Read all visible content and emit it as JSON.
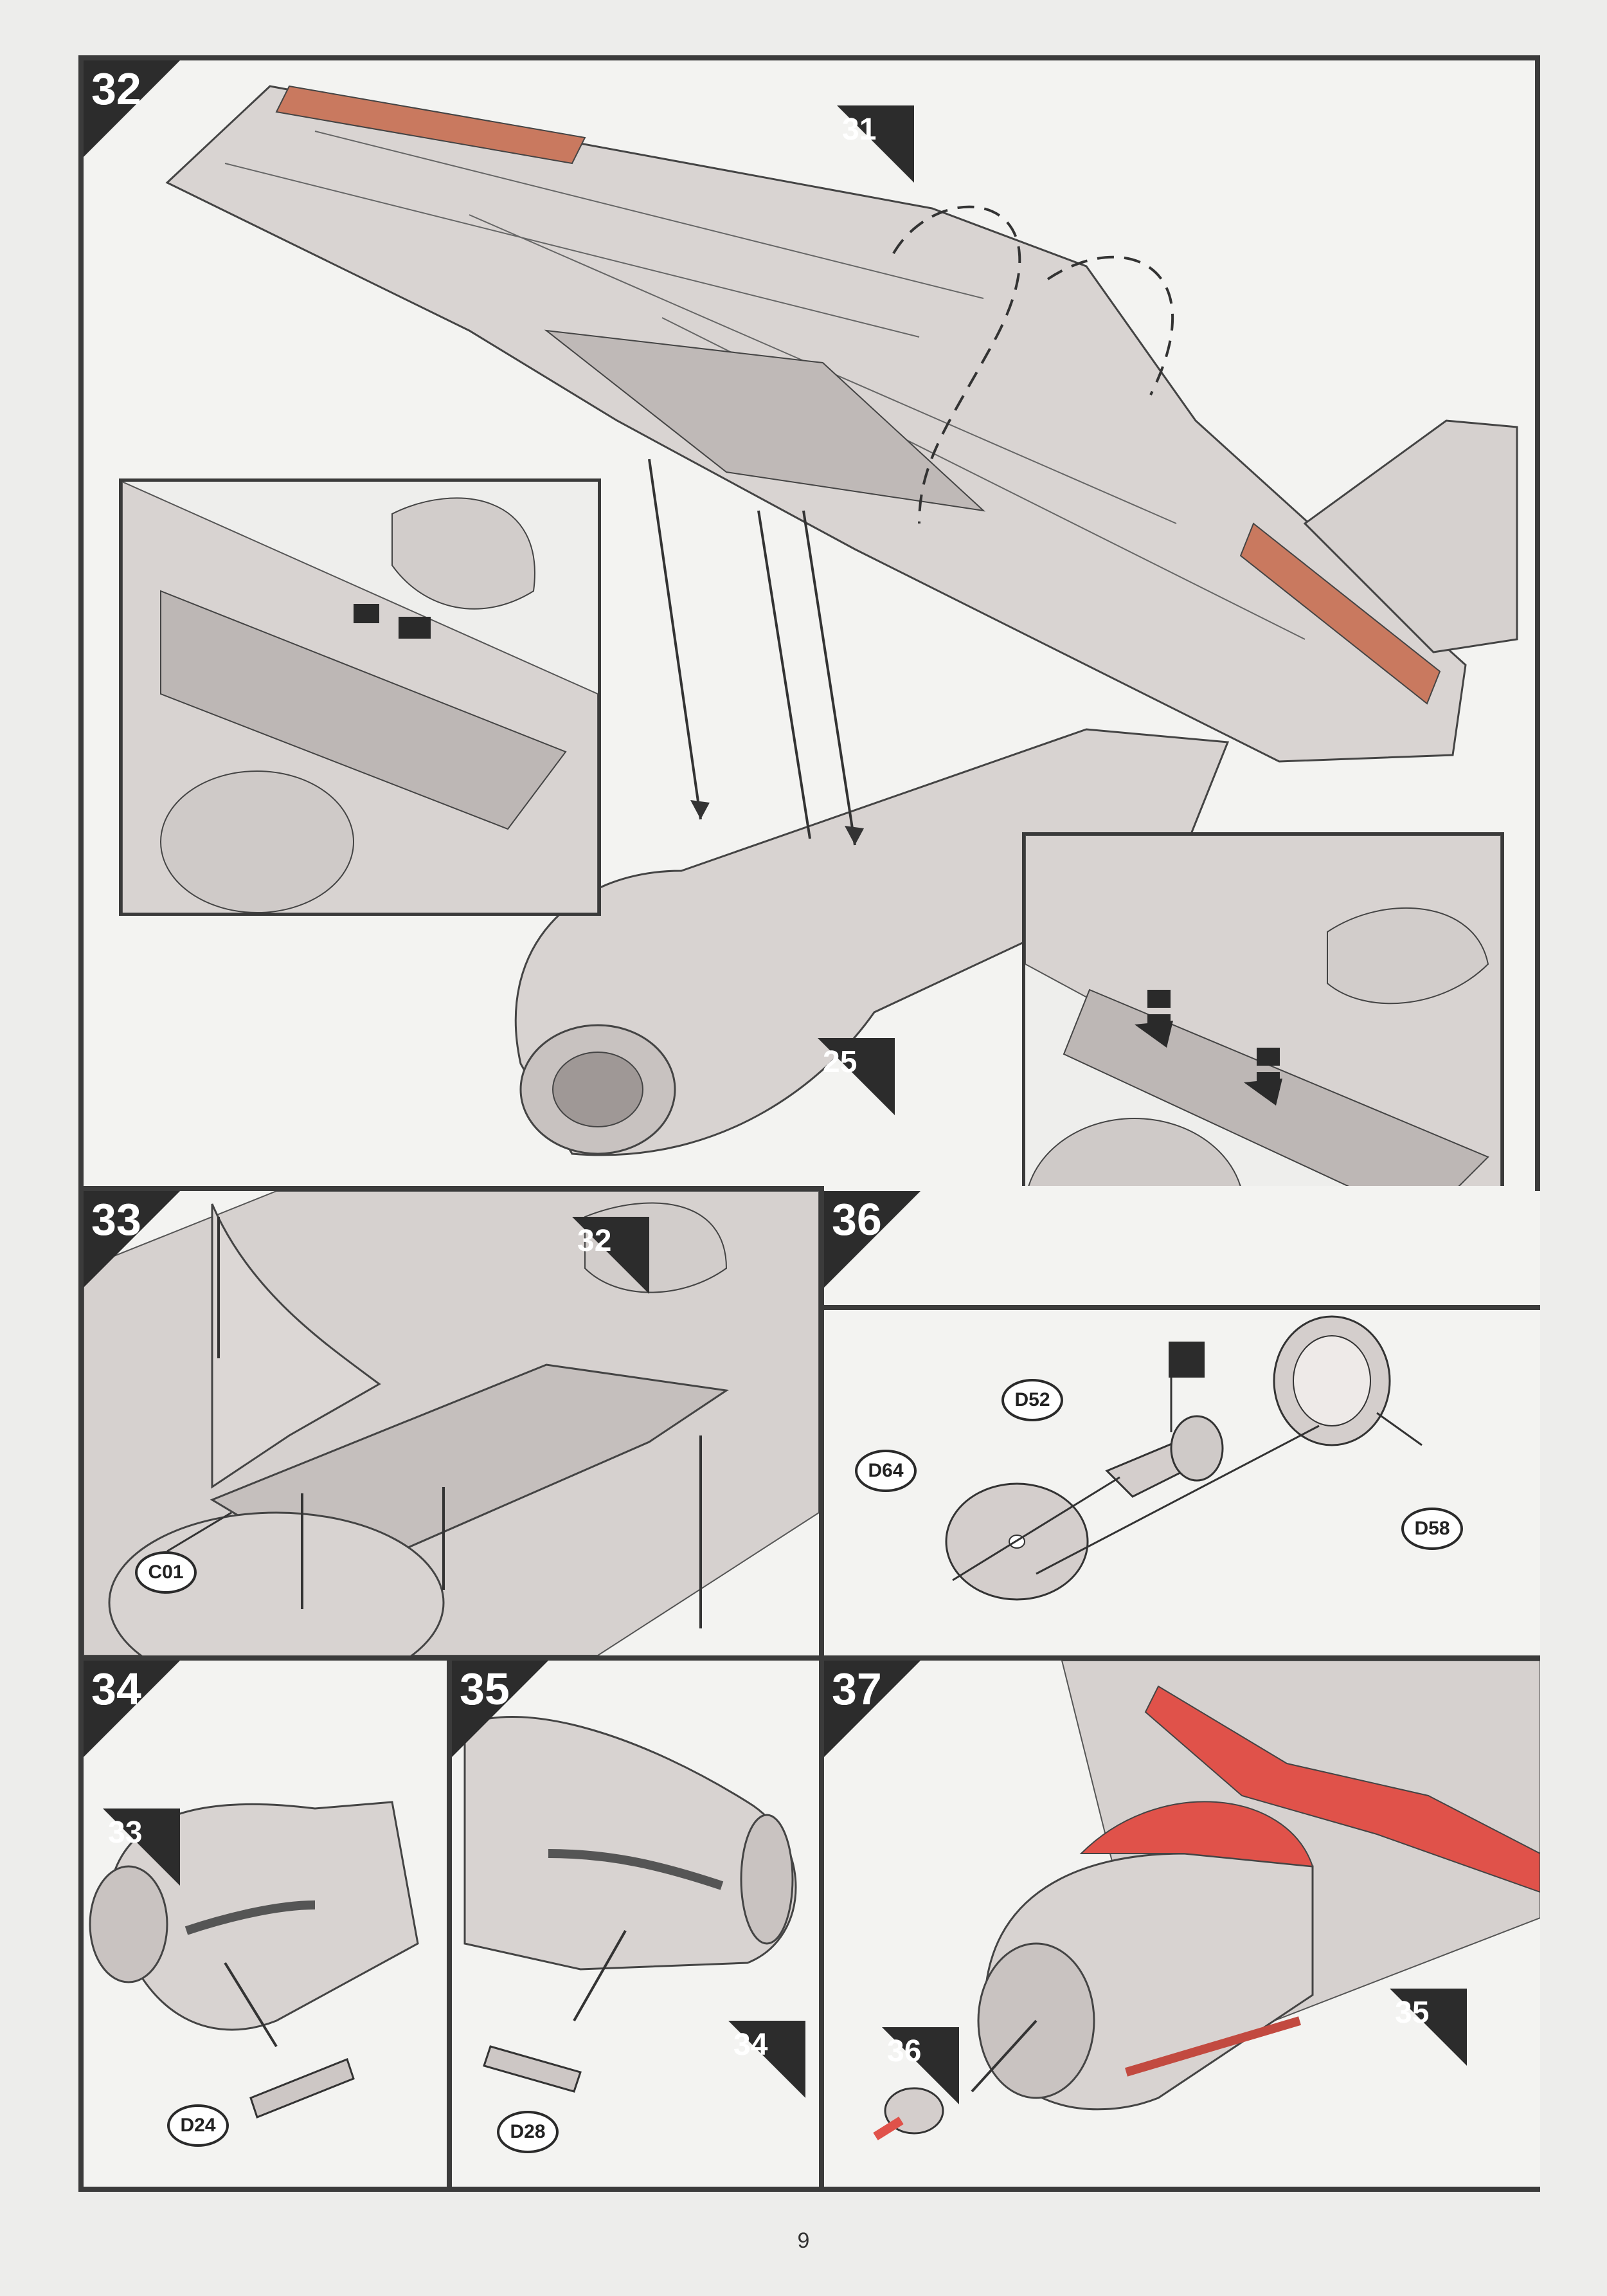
{
  "steps": [
    {
      "number": "32",
      "ref_tags": [
        "31",
        "25"
      ]
    },
    {
      "number": "33",
      "ref_tags": [
        "32"
      ],
      "parts": [
        "C01"
      ]
    },
    {
      "number": "34",
      "ref_tags": [
        "33"
      ],
      "parts": [
        "D24"
      ]
    },
    {
      "number": "35",
      "ref_tags": [
        "34"
      ],
      "parts": [
        "D28"
      ]
    },
    {
      "number": "36",
      "parts": [
        "D52",
        "D64",
        "D58"
      ]
    },
    {
      "number": "37",
      "ref_tags": [
        "36",
        "35"
      ]
    }
  ],
  "page_number": "9",
  "colors": {
    "frame": "#3b3b3b",
    "tab": "#2c2c2c",
    "paint_highlight_step32": "#c9795f",
    "paint_highlight_step37": "#e0524a",
    "metal": "#d8d3d1"
  }
}
